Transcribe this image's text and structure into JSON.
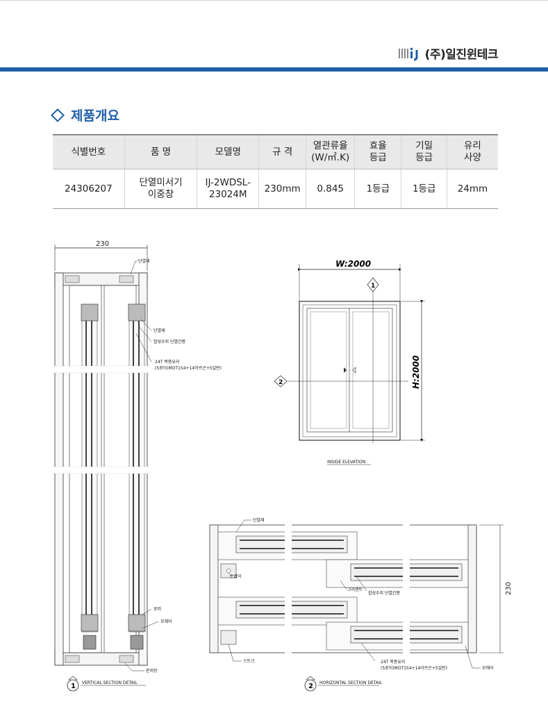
{
  "header": {
    "company": "(주)일진윈테크"
  },
  "section": {
    "title": "제품개요"
  },
  "table": {
    "headers": [
      "식별번호",
      "품 명",
      "모델명",
      "규 격",
      "열관류율\n(W/㎡.K)",
      "효율\n등급",
      "기밀\n등급",
      "유리\n사양"
    ],
    "row": [
      "24306207",
      "단열미서기\n이중창",
      "IJ-2WDSL-\n23024M",
      "230mm",
      "0.845",
      "1등급",
      "1등급",
      "24mm"
    ]
  },
  "drawings": {
    "vertical": {
      "width_dim": "230",
      "labels": {
        "insulator_top": "단열재",
        "insulator_mid": "단열재",
        "resin_bar": "합성수지 단열간봉",
        "glass_line1": "24T 복층유리",
        "glass_line2": "(5로이(MOT154+14아르곤+5일반)",
        "roller": "로러",
        "mohair": "모헤어",
        "sill": "문지방"
      },
      "caption_num": "1",
      "caption": "VERTICAL SECTION DETAIL"
    },
    "elevation": {
      "width": "W:2000",
      "height": "H:2000",
      "marker1": "1",
      "marker2": "2",
      "caption": "INSIDE ELEVATION"
    },
    "horizontal": {
      "labels": {
        "insulator": "단열재",
        "crescent": "크리센트",
        "resin_bar": "합성수지 단열간봉",
        "handle": "손잡이",
        "stile": "스트크",
        "glass_line1": "24T 복층유리",
        "glass_line2": "(5로이(MOT154+14아르곤+5일반)",
        "mohair": "모헤어"
      },
      "depth_dim": "230",
      "caption_num": "2",
      "caption": "HORIZONTAL SECTION DETAIL"
    }
  },
  "colors": {
    "accent": "#1f5fa8",
    "table_header_bg": "#e9e9e9"
  }
}
